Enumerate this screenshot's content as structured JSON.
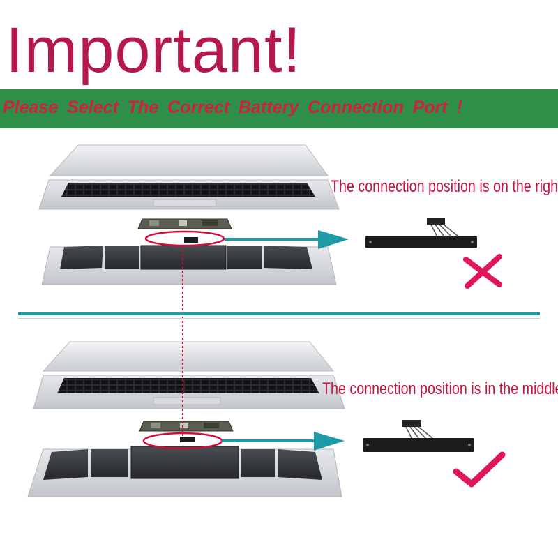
{
  "headline": "Important!",
  "banner": "Please  Select  The  Correct Battery  Connection  Port !",
  "sections": [
    {
      "caption": "The connection position is on the right",
      "verdict": "wrong",
      "verdict_icon": "x-mark-icon"
    },
    {
      "caption": "The connection position is in the middle",
      "verdict": "correct",
      "verdict_icon": "check-mark-icon"
    }
  ],
  "colors": {
    "headline": "#b5174f",
    "banner_bg": "#2e8f48",
    "banner_text": "#d0203f",
    "caption": "#c8143f",
    "arrow": "#1e9aa6",
    "divider": "#1f9ea3",
    "highlight_ellipse": "#d0103a",
    "mark": "#e0155a"
  }
}
